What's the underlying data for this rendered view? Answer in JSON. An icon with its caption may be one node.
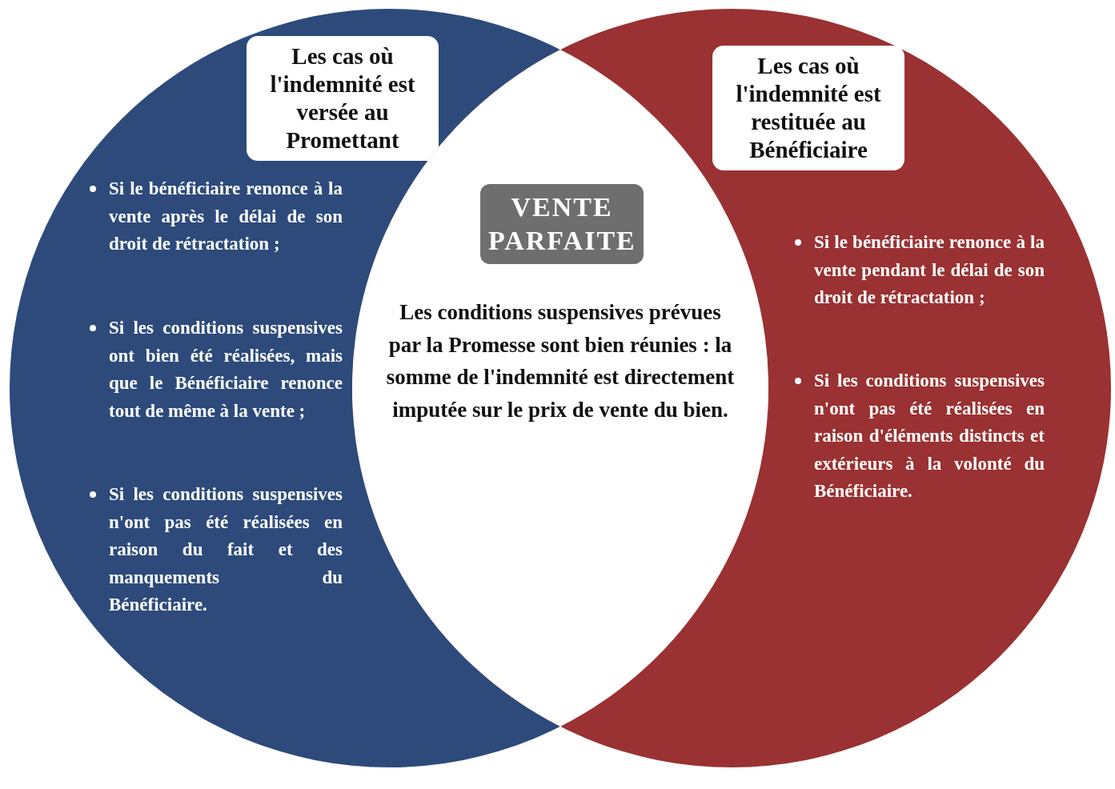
{
  "diagram": {
    "nodes": [
      {
        "text": [
          "Les cas où l'indemnité est versée au Promettant",
          "Si le bénéficiaire renonce à la vente après le délai de son droit de rétractation ;",
          "Si les conditions suspensives ont bien été réalisées, mais que le Bénéficiaire renonce tout de même à la vente ;",
          "Si les conditions suspensives n'ont pas été réalisées en raison du fait et des manquements du Bénéficiaire."
        ]
      },
      {
        "text": [
          "Les cas où l'indemnité est restituée au Bénéficiaire",
          "Si le bénéficiaire renonce à la vente pendant le délai de son droit de rétractation ;",
          "Si les conditions suspensives n'ont pas été réalisées en raison d'éléments distincts et extérieurs à la volonté du Bénéficiaire."
        ]
      },
      {
        "text": [
          "VENTE PARFAITE",
          "Les conditions suspensives prévues par la Promesse sont bien réunies : la somme de l'indemnité est directement imputée sur le prix de vente du bien."
        ]
      }
    ]
  }
}
